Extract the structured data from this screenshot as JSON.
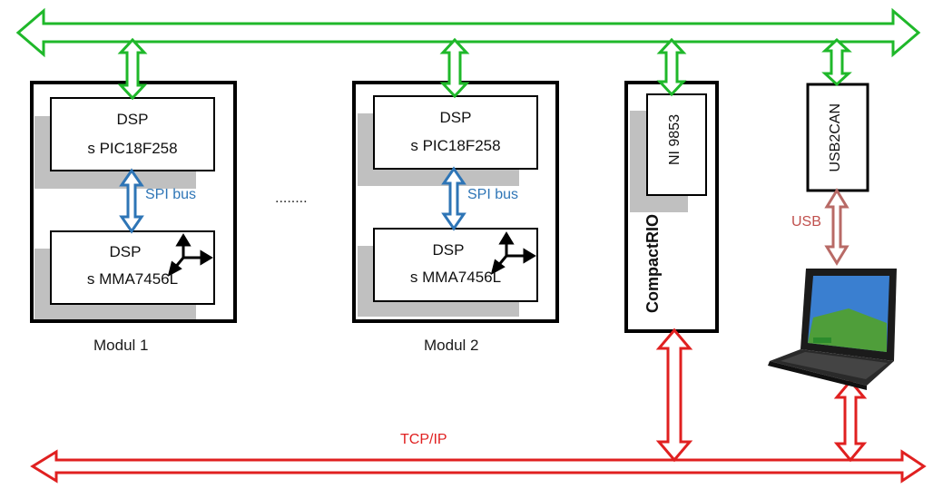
{
  "modules": [
    {
      "label": "Modul 1",
      "top_chip": {
        "line1": "DSP",
        "line2": "s PIC18F258"
      },
      "bus_label": "SPI bus",
      "bottom_chip": {
        "line1": "DSP",
        "line2": "s MMA7456L"
      }
    },
    {
      "label": "Modul 2",
      "top_chip": {
        "line1": "DSP",
        "line2": "s PIC18F258"
      },
      "bus_label": "SPI bus",
      "bottom_chip": {
        "line1": "DSP",
        "line2": "s MMA7456L"
      }
    }
  ],
  "ellipsis": "........",
  "compactrio": {
    "title": "CompactRIO",
    "module": "NI 9853"
  },
  "usb2can": {
    "label": "USB2CAN"
  },
  "usb_label": "USB",
  "tcp_label": "TCP/IP",
  "colors": {
    "can_bus": "#1fb82a",
    "tcp_bus": "#e02020",
    "spi": "#2e75b6",
    "usb": "#b86a66",
    "shadow": "#c0c0c0"
  },
  "icons": [
    "axes-icon",
    "laptop-icon"
  ]
}
